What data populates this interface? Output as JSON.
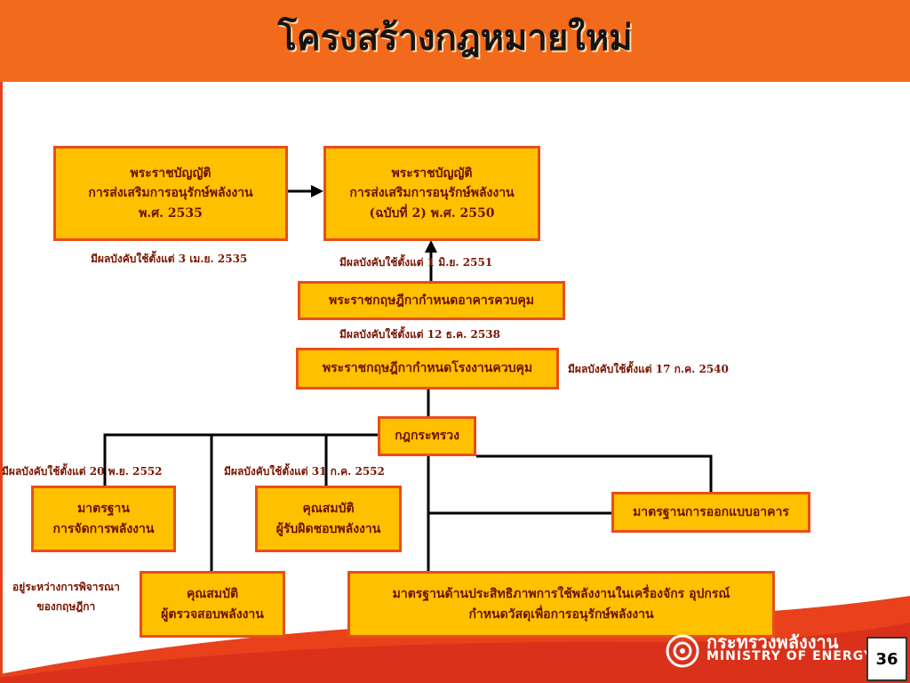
{
  "title": "โครงสร้างกฎหมายใหม่",
  "nodes": {
    "act_2535": [
      "พระราชบัญญัติ",
      "การส่งเสริมการอนุรักษ์พลังงาน",
      "พ.ศ. 2535"
    ],
    "act_2550": [
      "พระราชบัญญัติ",
      "การส่งเสริมการอนุรักษ์พลังงาน",
      "(ฉบับที่ 2) พ.ศ. 2550"
    ],
    "decree_building": "พระราชกฤษฎีกากำหนดอาคารควบคุม",
    "decree_factory": "พระราชกฤษฎีกากำหนดโรงงานควบคุม",
    "ministerial_reg": "กฎกระทรวง",
    "std_energy_mgmt": [
      "มาตรฐาน",
      "การจัดการพลังงาน"
    ],
    "qual_responsible": [
      "คุณสมบัติ",
      "ผู้รับผิดชอบพลังงาน"
    ],
    "std_building_design": "มาตรฐานการออกแบบอาคาร",
    "qual_auditor": [
      "คุณสมบัติ",
      "ผู้ตรวจสอบพลังงาน"
    ],
    "std_efficiency": [
      "มาตรฐานด้านประสิทธิภาพการใช้พลังงานในเครื่องจักร อุปกรณ์",
      "กำหนดวัสดุเพื่อการอนุรักษ์พลังงาน"
    ]
  },
  "notes": {
    "eff_2535": "มีผลบังคับใช้ตั้งแต่ 3 เม.ย. 2535",
    "eff_2551": "มีผลบังคับใช้ตั้งแต่ 1 มิ.ย. 2551",
    "eff_2538": "มีผลบังคับใช้ตั้งแต่ 12 ธ.ค. 2538",
    "eff_2540": "มีผลบังคับใช้ตั้งแต่ 17 ก.ค. 2540",
    "eff_2552a": "มีผลบังคับใช้ตั้งแต่ 20 พ.ย. 2552",
    "eff_2552b": "มีผลบังคับใช้ตั้งแต่ 31 ก.ค. 2552",
    "pending": [
      "อยู่ระหว่างการพิจารณา",
      "ของกฤษฎีกา"
    ]
  },
  "footer": {
    "org_th": "กระทรวงพลังงาน",
    "org_en": "MINISTRY OF ENERGY",
    "page_number": "36"
  },
  "colors": {
    "header": "#f26a1b",
    "box_fill": "#ffc000",
    "box_border": "#e94e1b",
    "text": "#6a1200"
  }
}
